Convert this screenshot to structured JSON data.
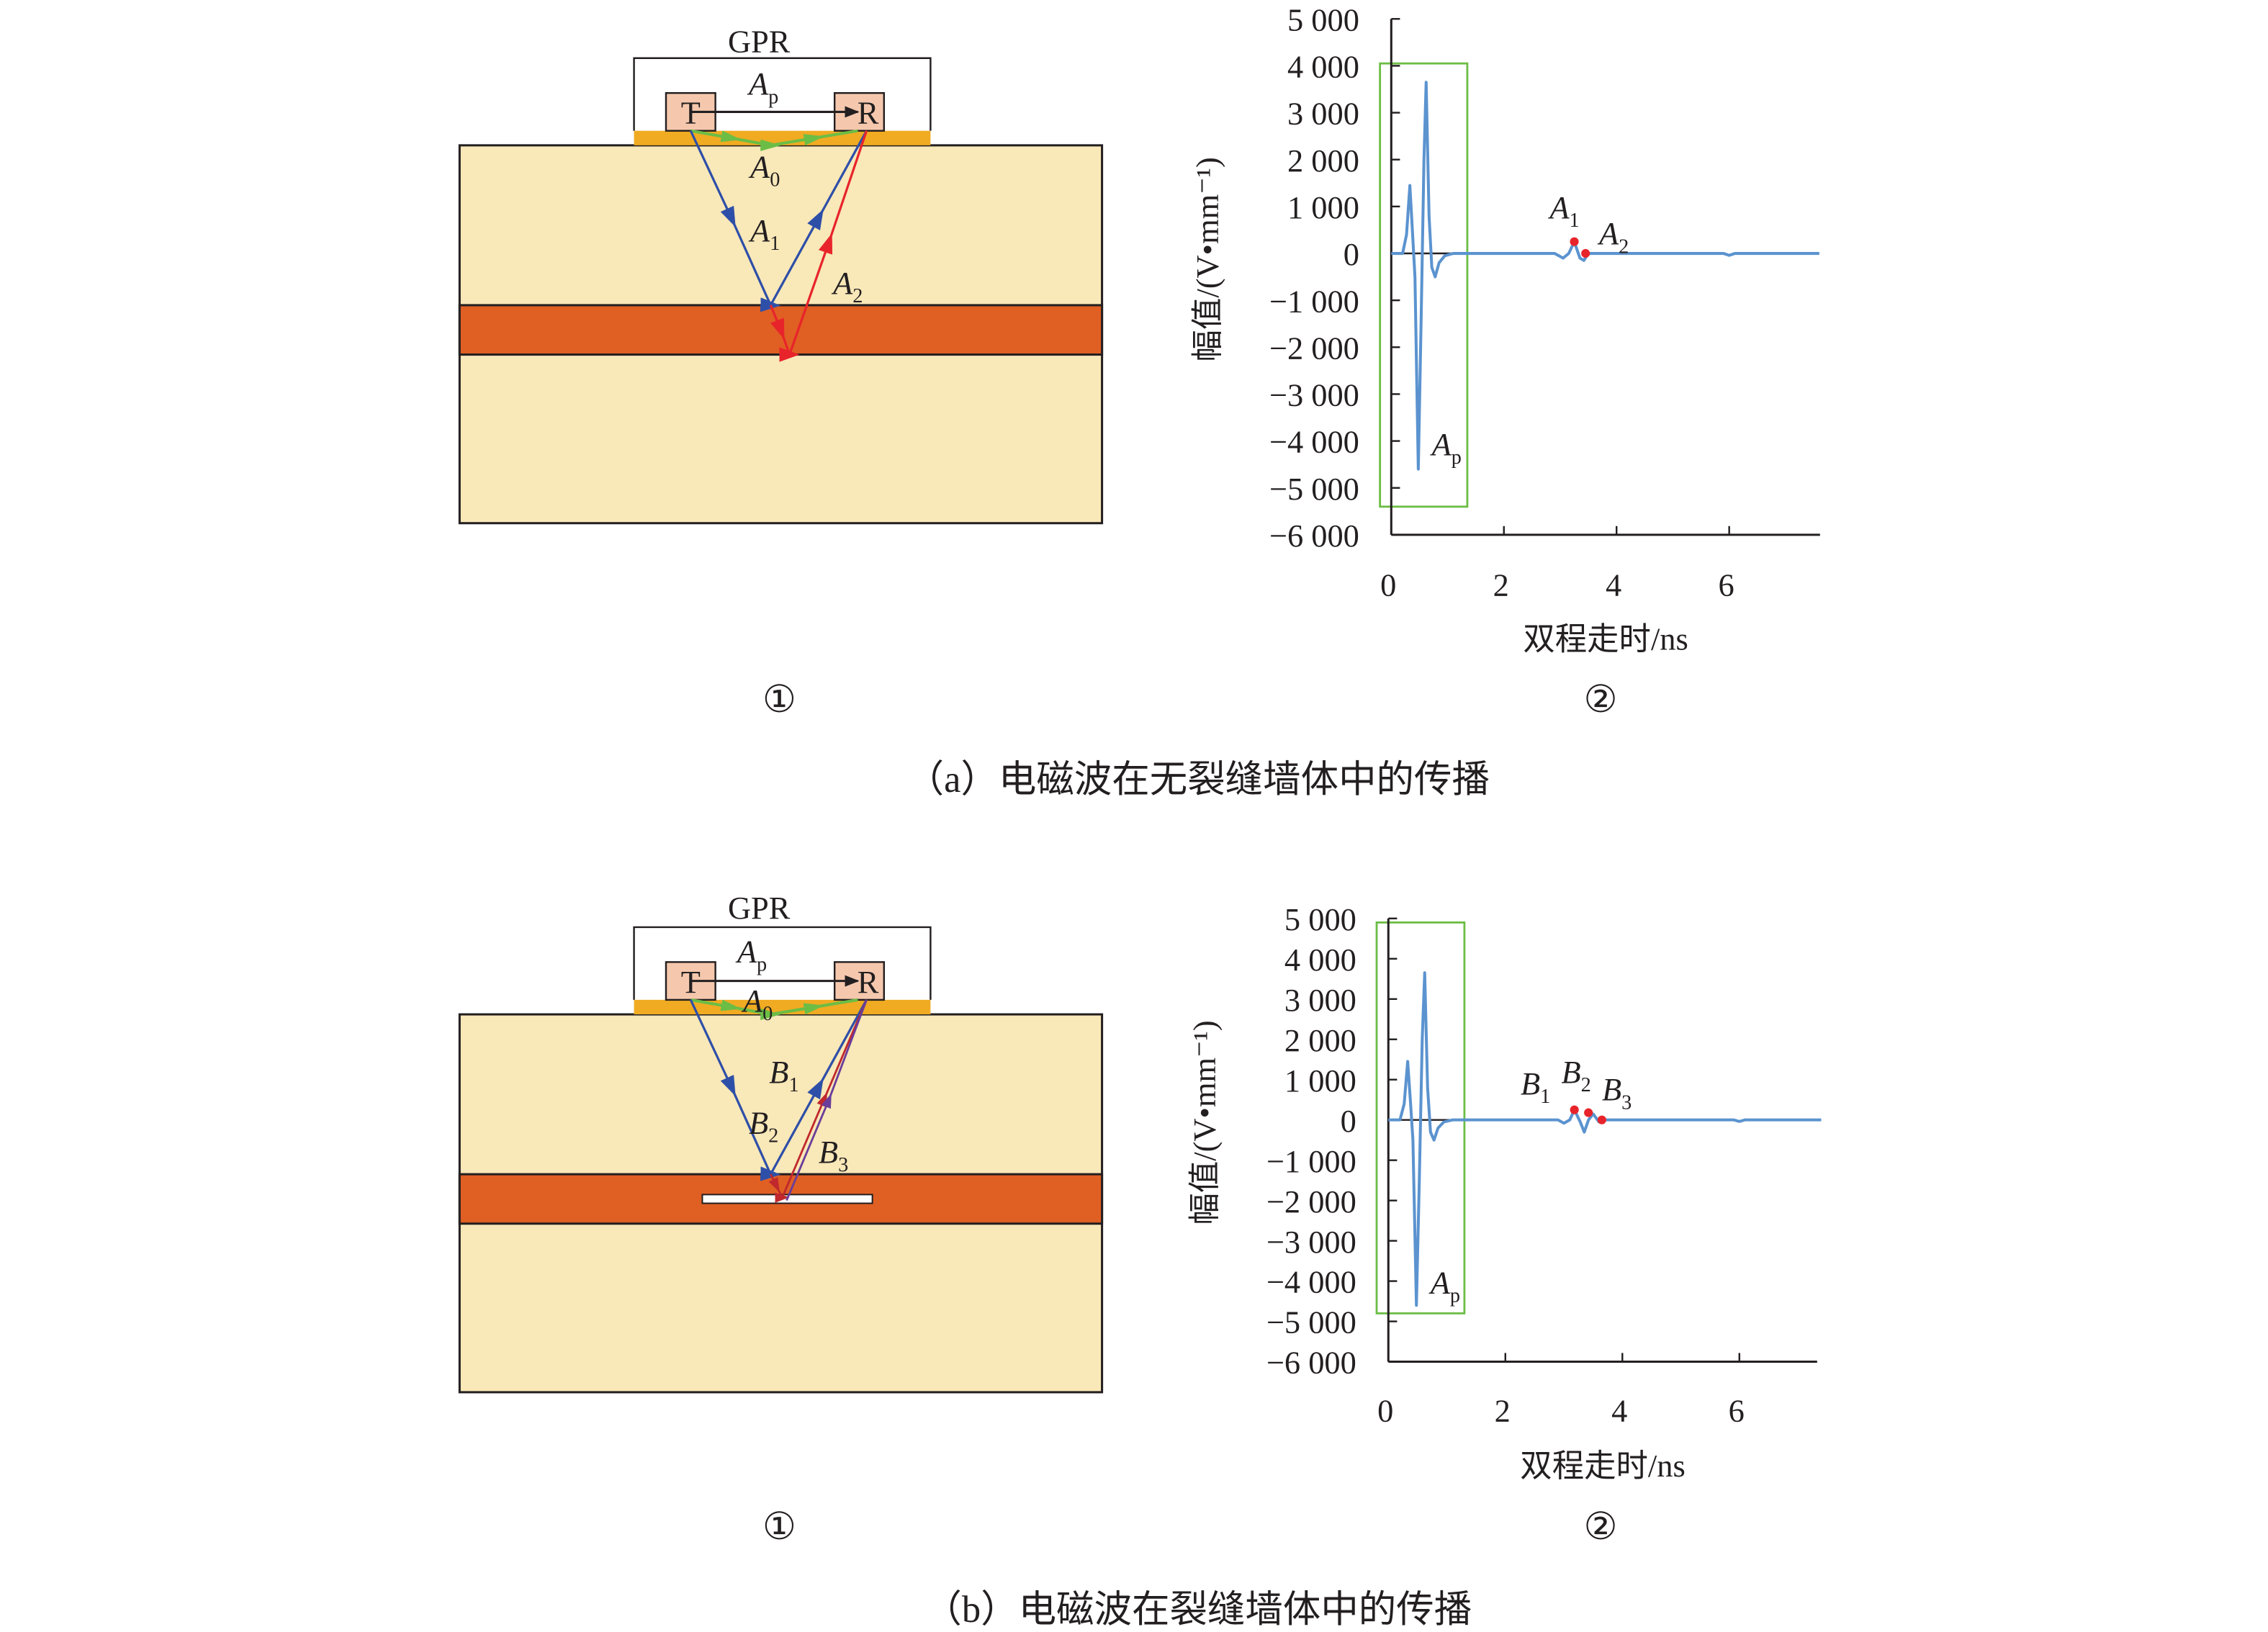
{
  "panels": [
    {
      "id": "a",
      "diagram": {
        "device_label": "GPR",
        "transmitter": "T",
        "receiver": "R",
        "labels": [
          {
            "main": "A",
            "sub": "p"
          },
          {
            "main": "A",
            "sub": "0"
          },
          {
            "main": "A",
            "sub": "1"
          },
          {
            "main": "A",
            "sub": "2"
          }
        ],
        "marker": "①"
      },
      "chart_marker": "②",
      "caption": "（a）电磁波在无裂缝墙体中的传播"
    },
    {
      "id": "b",
      "diagram": {
        "device_label": "GPR",
        "transmitter": "T",
        "receiver": "R",
        "labels": [
          {
            "main": "A",
            "sub": "p"
          },
          {
            "main": "A",
            "sub": "0"
          },
          {
            "main": "B",
            "sub": "1"
          },
          {
            "main": "B",
            "sub": "2"
          },
          {
            "main": "B",
            "sub": "3"
          }
        ],
        "marker": "①"
      },
      "chart_marker": "②",
      "caption": "（b）电磁波在裂缝墙体中的传播"
    }
  ],
  "colors": {
    "wall": "#f9e8b8",
    "layer": "#e05f23",
    "strip": "#f0ab22",
    "antenna": "#f5c8ae",
    "direct": "#6cbd45",
    "blue_ray": "#2e4fa8",
    "red_ray": "#e8242b",
    "dark_red_ray": "#c0282d",
    "purple_ray": "#6a3d9a",
    "signal": "#5b93cf",
    "box": "#6cbd45",
    "marker": "#e8242b"
  },
  "chart_data": [
    {
      "type": "line",
      "xlabel": "双程走时/ns",
      "ylabel": "幅值/(V•mm⁻¹)",
      "xlim": [
        0,
        7.6
      ],
      "ylim": [
        -6000,
        5000
      ],
      "xticks": [
        "0",
        "2",
        "4",
        "6"
      ],
      "xtick_values": [
        0,
        2,
        4,
        6
      ],
      "yticks": [
        "5 000",
        "4 000",
        "3 000",
        "2 000",
        "1 000",
        "0",
        "−1 000",
        "−2 000",
        "−3 000",
        "−4 000",
        "−5 000",
        "−6 000"
      ],
      "ytick_values": [
        5000,
        4000,
        3000,
        2000,
        1000,
        0,
        -1000,
        -2000,
        -3000,
        -4000,
        -5000,
        -6000
      ],
      "series": [
        {
          "name": "signal",
          "x": [
            0,
            0.2,
            0.27,
            0.33,
            0.38,
            0.42,
            0.48,
            0.53,
            0.58,
            0.62,
            0.67,
            0.72,
            0.78,
            0.85,
            0.95,
            1.1,
            2.9,
            3.05,
            3.15,
            3.25,
            3.35,
            3.42,
            3.5,
            3.7,
            5.9,
            6.0,
            6.1,
            7.6
          ],
          "y": [
            0,
            0,
            400,
            1450,
            400,
            -500,
            -4600,
            -1500,
            2000,
            3650,
            800,
            -300,
            -500,
            -200,
            -50,
            0,
            0,
            -100,
            0,
            250,
            -100,
            -150,
            0,
            0,
            0,
            -40,
            0,
            0
          ]
        }
      ],
      "highlight_box": {
        "x": [
          -0.2,
          1.35
        ],
        "y": [
          -5400,
          4050
        ]
      },
      "points": [
        {
          "label": {
            "main": "A",
            "sub": "1"
          },
          "x": 3.25,
          "y": 250
        },
        {
          "label": {
            "main": "A",
            "sub": "2"
          },
          "x": 3.45,
          "y": 0
        }
      ],
      "box_label": {
        "main": "A",
        "sub": "p"
      }
    },
    {
      "type": "line",
      "xlabel": "双程走时/ns",
      "ylabel": "幅值/(V•mm⁻¹)",
      "xlim": [
        0,
        7.4
      ],
      "ylim": [
        -6000,
        5000
      ],
      "xticks": [
        "0",
        "2",
        "4",
        "6"
      ],
      "xtick_values": [
        0,
        2,
        4,
        6
      ],
      "yticks": [
        "5 000",
        "4 000",
        "3 000",
        "2 000",
        "1 000",
        "0",
        "−1 000",
        "−2 000",
        "−3 000",
        "−4 000",
        "−5 000",
        "−6 000"
      ],
      "ytick_values": [
        5000,
        4000,
        3000,
        2000,
        1000,
        0,
        -1000,
        -2000,
        -3000,
        -4000,
        -5000,
        -6000
      ],
      "series": [
        {
          "name": "signal",
          "x": [
            0,
            0.2,
            0.27,
            0.33,
            0.38,
            0.42,
            0.48,
            0.53,
            0.58,
            0.62,
            0.67,
            0.72,
            0.78,
            0.85,
            0.95,
            1.1,
            2.9,
            3.0,
            3.1,
            3.18,
            3.28,
            3.35,
            3.42,
            3.5,
            3.6,
            3.7,
            4.0,
            5.9,
            6.0,
            6.1,
            7.4
          ],
          "y": [
            0,
            0,
            400,
            1450,
            400,
            -500,
            -4600,
            -1500,
            2000,
            3650,
            800,
            -300,
            -500,
            -200,
            -50,
            0,
            0,
            -80,
            0,
            250,
            -50,
            -300,
            0,
            150,
            -50,
            0,
            0,
            0,
            -40,
            0,
            0
          ]
        }
      ],
      "highlight_box": {
        "x": [
          -0.2,
          1.3
        ],
        "y": [
          -4800,
          4900
        ]
      },
      "points": [
        {
          "label": {
            "main": "B",
            "sub": "1"
          },
          "x": 3.18,
          "y": 250
        },
        {
          "label": {
            "main": "B",
            "sub": "2"
          },
          "x": 3.42,
          "y": 180
        },
        {
          "label": {
            "main": "B",
            "sub": "3"
          },
          "x": 3.65,
          "y": 0
        }
      ],
      "box_label": {
        "main": "A",
        "sub": "p"
      }
    }
  ]
}
